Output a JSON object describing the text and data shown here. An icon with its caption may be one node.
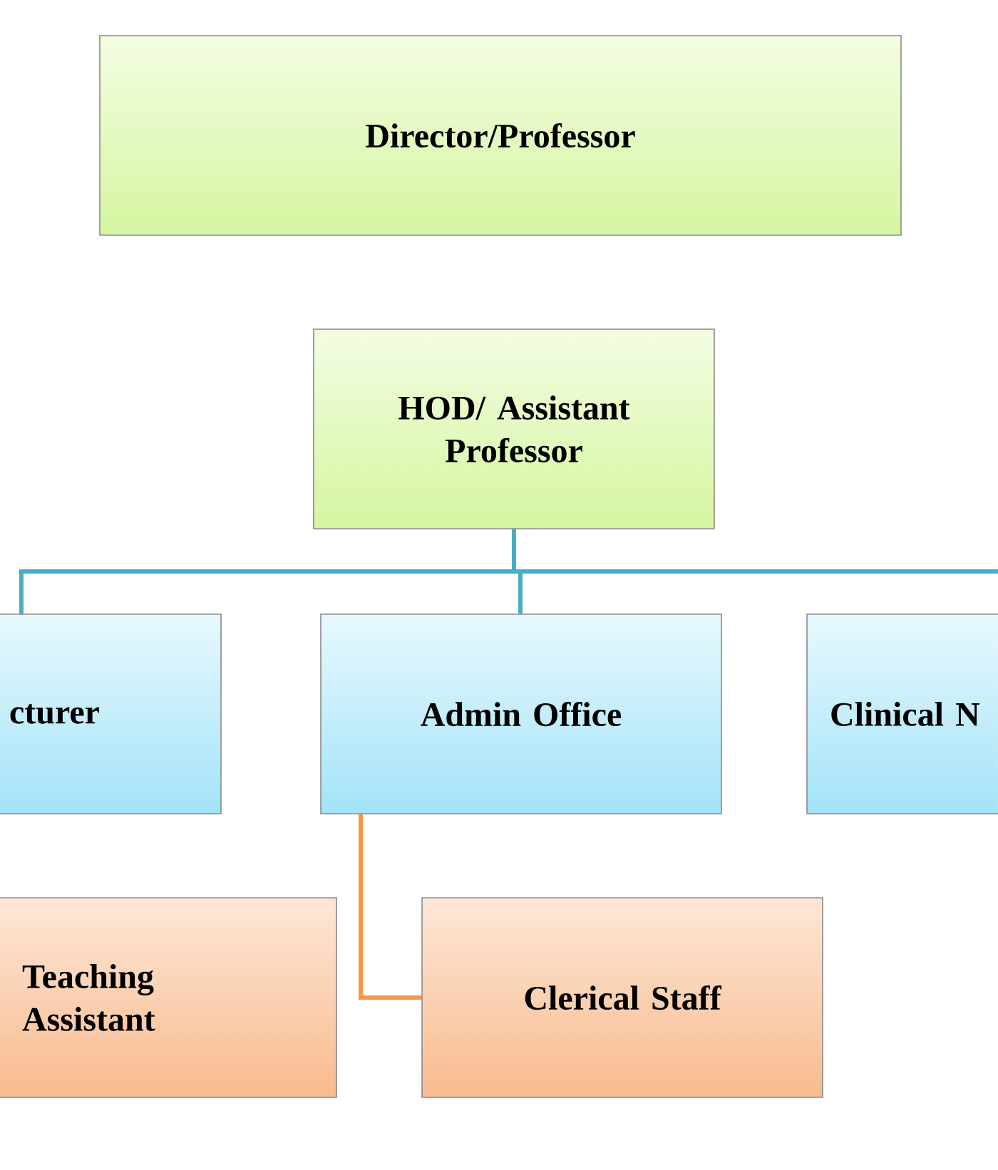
{
  "diagram": {
    "nodes": [
      {
        "text": [
          "Director/Professor"
        ]
      },
      {
        "text": [
          "HOD/ Assistant Professor"
        ]
      },
      {
        "text": [
          "cturer"
        ]
      },
      {
        "text": [
          "Admin Office"
        ]
      },
      {
        "text": [
          "Clinical N"
        ]
      },
      {
        "text": [
          "Teaching Assistant"
        ]
      },
      {
        "text": [
          "Clerical Staff"
        ]
      }
    ],
    "edges": [
      {
        "from": 1,
        "to": 2,
        "arrow": "none"
      },
      {
        "from": 1,
        "to": 3,
        "arrow": "none"
      },
      {
        "from": 1,
        "to": 4,
        "arrow": "none"
      },
      {
        "from": 3,
        "to": 6,
        "arrow": "none",
        "color": "#f79646"
      }
    ]
  }
}
